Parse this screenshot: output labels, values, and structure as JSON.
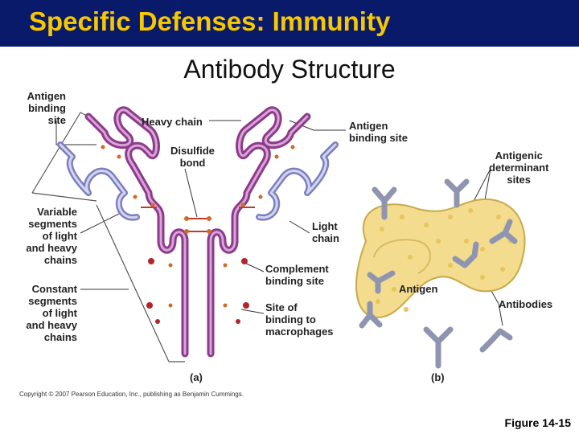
{
  "slide": {
    "title": "Specific Defenses: Immunity",
    "subtitle": "Antibody Structure",
    "figure_ref": "Figure 14-15",
    "copyright": "Copyright © 2007 Pearson Education, Inc., publishing as Benjamin Cummings."
  },
  "panel_a": {
    "label": "(a)",
    "antigen_binding_site_left": [
      "Antigen",
      "binding",
      "site"
    ],
    "heavy_chain": "Heavy chain",
    "disulfide_bond": [
      "Disulfide",
      "bond"
    ],
    "antigen_binding_site_right": [
      "Antigen",
      "binding site"
    ],
    "variable_segments": [
      "Variable",
      "segments",
      "of light",
      "and heavy",
      "chains"
    ],
    "constant_segments": [
      "Constant",
      "segments",
      "of light",
      "and heavy",
      "chains"
    ],
    "light_chain": [
      "Light",
      "chain"
    ],
    "complement_binding_site": [
      "Complement",
      "binding site"
    ],
    "site_of_binding": [
      "Site of",
      "binding to",
      "macrophages"
    ]
  },
  "panel_b": {
    "label": "(b)",
    "antigenic_determinant": [
      "Antigenic",
      "determinant",
      "sites"
    ],
    "antigen": "Antigen",
    "antibodies": "Antibodies"
  },
  "colors": {
    "title_bg": "#0a1a6b",
    "title_text": "#f5c800",
    "heavy_chain": "#8e3a8c",
    "light_chain": "#8a8cc8",
    "bond": "#c0392b",
    "antigen_fill": "#f3dc8e",
    "antibody": "#9aa0b8"
  }
}
